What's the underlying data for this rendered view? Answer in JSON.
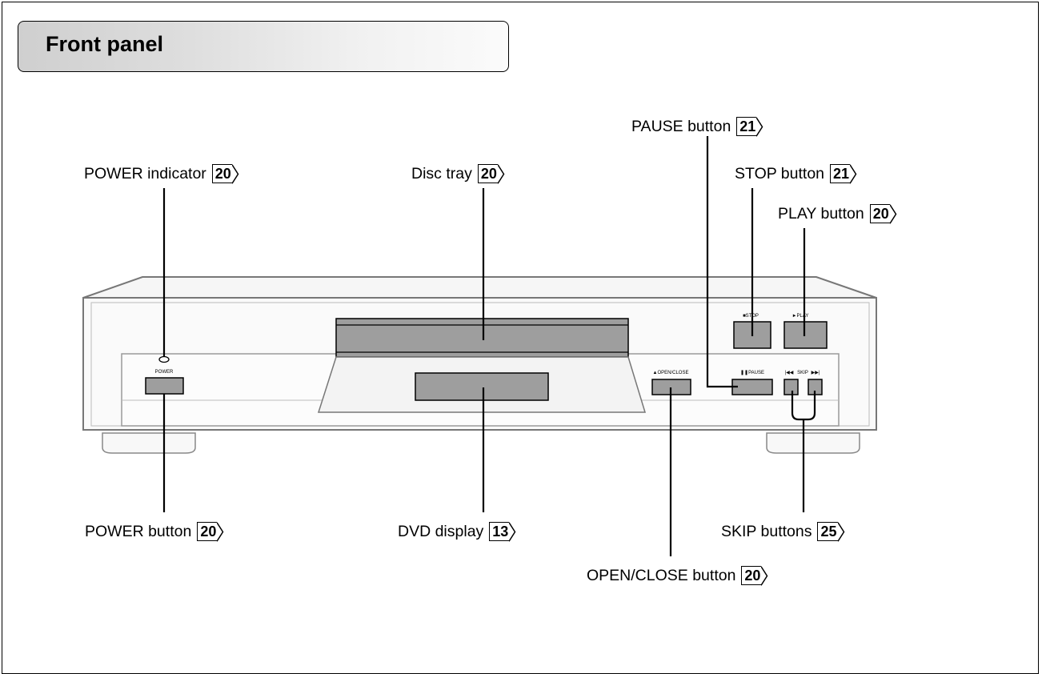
{
  "title": "Front panel",
  "callouts": {
    "power_indicator": {
      "label": "POWER indicator",
      "page": "20"
    },
    "disc_tray": {
      "label": "Disc tray",
      "page": "20"
    },
    "pause_button": {
      "label": "PAUSE button",
      "page": "21"
    },
    "stop_button": {
      "label": "STOP button",
      "page": "21"
    },
    "play_button": {
      "label": "PLAY button",
      "page": "20"
    },
    "power_button": {
      "label": "POWER button",
      "page": "20"
    },
    "dvd_display": {
      "label": "DVD display",
      "page": "13"
    },
    "skip_buttons": {
      "label": "SKIP buttons",
      "page": "25"
    },
    "open_close_button": {
      "label": "OPEN/CLOSE button",
      "page": "20"
    }
  },
  "panel_labels": {
    "power": "POWER",
    "stop": "■STOP",
    "play": "►PLAY",
    "pause": "❚❚PAUSE",
    "open_close": "▲OPEN/CLOSE",
    "skip": "SKIP",
    "skip_prev": "|◀◀",
    "skip_next": "▶▶|"
  }
}
